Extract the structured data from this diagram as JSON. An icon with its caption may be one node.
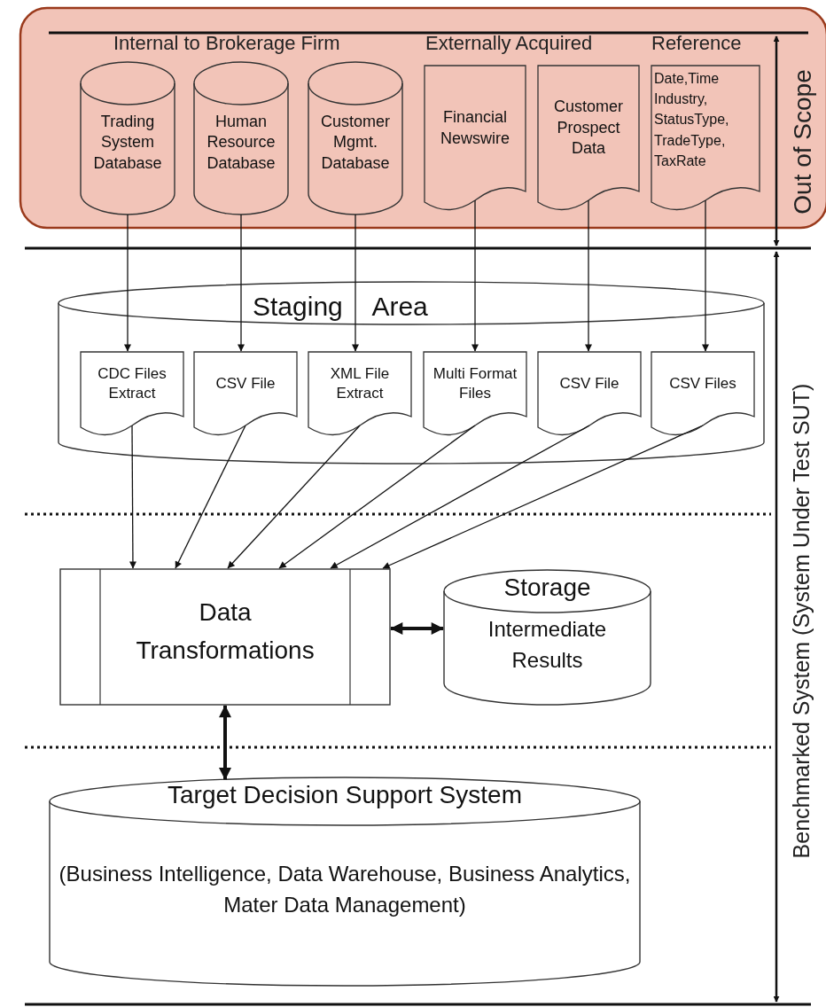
{
  "diagram": {
    "nodes": [
      {
        "text": [],
        "shape": "box"
      },
      {
        "text": [
          "Trading System Database"
        ],
        "in": 0
      },
      {
        "text": [
          "Human Resource Database"
        ],
        "in": 0
      },
      {
        "text": [
          "Customer Mgmt. Database"
        ],
        "in": 0
      },
      {
        "text": [
          "Financial Newswire"
        ],
        "in": 0
      },
      {
        "text": [
          "Customer Prospect Data"
        ],
        "in": 0
      },
      {
        "text": [
          "Date,Time Industry, StatusType, TradeType, TaxRate"
        ],
        "in": 0
      },
      {
        "text": [
          "Staging Area"
        ]
      },
      {
        "text": [
          "CDC Files Extract"
        ],
        "in": 7
      },
      {
        "text": [
          "CSV File"
        ],
        "in": 7
      },
      {
        "text": [
          "XML File Extract"
        ],
        "in": 7
      },
      {
        "text": [
          "Multi Format Files"
        ],
        "in": 7
      },
      {
        "text": [
          "CSV File"
        ],
        "in": 7
      },
      {
        "text": [
          "CSV Files"
        ],
        "in": 7
      },
      {
        "text": [
          "Data Transformations"
        ]
      },
      {
        "text": [
          "Storage",
          "Intermediate Results"
        ]
      },
      {
        "text": [
          "Target Decision Support System",
          "(Business Intelligence, Data Warehouse, Business Analytics, Mater Data Management)"
        ]
      }
    ],
    "edges": [
      {
        "from": 1,
        "to": 8,
        "arrow": "to"
      },
      {
        "from": 2,
        "to": 9,
        "arrow": "to"
      },
      {
        "from": 3,
        "to": 10,
        "arrow": "to"
      },
      {
        "from": 4,
        "to": 11,
        "arrow": "to"
      },
      {
        "from": 5,
        "to": 12,
        "arrow": "to"
      },
      {
        "from": 6,
        "to": 13,
        "arrow": "to"
      },
      {
        "from": 8,
        "to": 14,
        "arrow": "to"
      },
      {
        "from": 9,
        "to": 14,
        "arrow": "to"
      },
      {
        "from": 10,
        "to": 14,
        "arrow": "to"
      },
      {
        "from": 11,
        "to": 14,
        "arrow": "to"
      },
      {
        "from": 12,
        "to": 14,
        "arrow": "to"
      },
      {
        "from": 13,
        "to": 14,
        "arrow": "to"
      },
      {
        "from": 14,
        "to": 15,
        "arrow": "both",
        "style": "thick"
      },
      {
        "from": 14,
        "to": 16,
        "arrow": "both",
        "style": "thick"
      }
    ],
    "labels": [
      "Internal to Brokerage Firm",
      "Externally Acquired",
      "Reference",
      "Out of Scope",
      "Benchmarked System (System Under Test SUT)"
    ]
  }
}
